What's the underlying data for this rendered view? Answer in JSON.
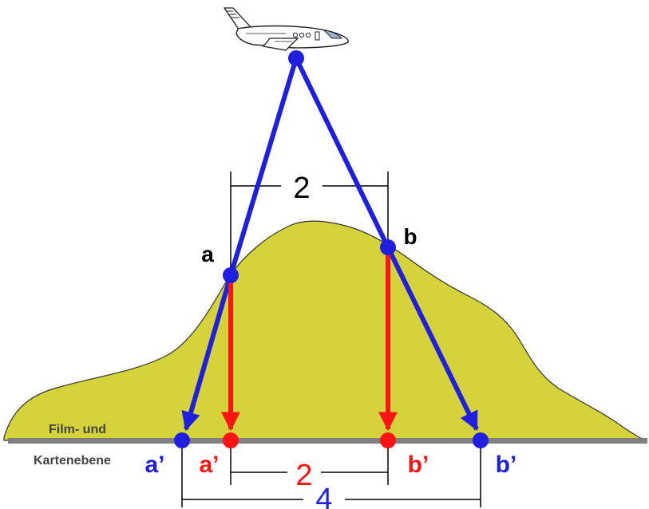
{
  "labels": {
    "plane_top_a": "a",
    "plane_top_b": "b",
    "top_distance": "2",
    "ground_line": "Film- und",
    "ground_line_2": "Kartenebene",
    "persp_a": "a’",
    "persp_b": "b’",
    "ortho_a": "a’",
    "ortho_b": "b’",
    "ortho_distance": "2",
    "persp_distance": "4"
  },
  "colors": {
    "perspective": "#1f1fe0",
    "orthogonal": "#ff1414",
    "terrain": "#d4d43a",
    "ground": "#808080",
    "dimension": "#000000"
  },
  "icons": {
    "aircraft": "airplane-icon"
  }
}
